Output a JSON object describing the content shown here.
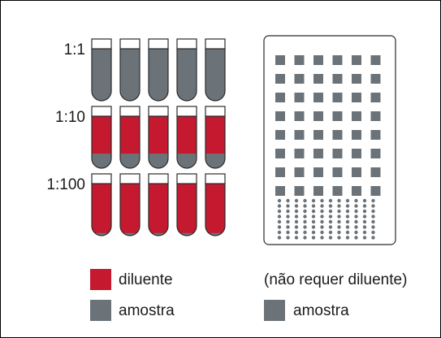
{
  "rows": [
    {
      "label": "1:1",
      "diluent_fraction": 0.0
    },
    {
      "label": "1:10",
      "diluent_fraction": 0.72
    },
    {
      "label": "1:100",
      "diluent_fraction": 0.95
    }
  ],
  "tubes_per_row": 5,
  "plate": {
    "square_wells": {
      "cols": 6,
      "rows": 8
    },
    "dot_wells": {
      "cols": 12,
      "rows": 8
    }
  },
  "legend": {
    "left": [
      {
        "label": "diluente",
        "color": "#c4192f"
      },
      {
        "label": "amostra",
        "color": "#6b7378"
      }
    ],
    "right_note": "(não requer diluente)",
    "right": [
      {
        "label": "amostra",
        "color": "#6b7378"
      }
    ]
  },
  "colors": {
    "diluent": "#c4192f",
    "sample": "#6b7378",
    "outline": "#2b2b2b",
    "well": "#6b7378"
  }
}
